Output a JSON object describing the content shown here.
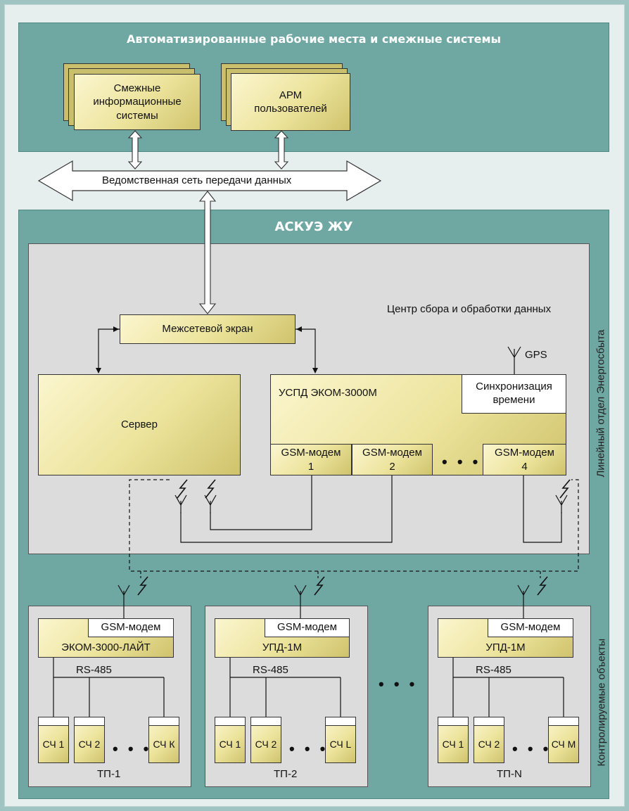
{
  "top_section": {
    "title": "Автоматизированные рабочие места и смежные системы",
    "systems_label": "Смежные информационные системы",
    "arm_label": "АРМ пользователей"
  },
  "network": {
    "label": "Ведомственная сеть передачи данных"
  },
  "ascue": {
    "title": "АСКУЭ ЖУ",
    "center_label": "Центр сбора и обработки данных",
    "firewall": "Межсетевой экран",
    "server": "Сервер",
    "uspd": "УСПД ЭКОМ-3000М",
    "sync": "Синхронизация времени",
    "gps": "GPS",
    "modems": [
      {
        "name": "GSM-модем",
        "num": "1"
      },
      {
        "name": "GSM-модем",
        "num": "2"
      },
      {
        "name": "GSM-модем",
        "num": "4"
      }
    ],
    "dots": "• • •",
    "side_label": "Линейный отдел Энергосбыта"
  },
  "objects": {
    "side_label": "Контролируемые объекты",
    "between_dots": "• • •",
    "tp": [
      {
        "device": "ЭКОМ-3000-ЛАЙТ",
        "modem": "GSM-модем",
        "bus": "RS-485",
        "meters": [
          "СЧ 1",
          "СЧ 2",
          "СЧ К"
        ],
        "dots": "• • •",
        "name": "ТП-1"
      },
      {
        "device": "УПД-1М",
        "modem": "GSM-модем",
        "bus": "RS-485",
        "meters": [
          "СЧ 1",
          "СЧ 2",
          "СЧ L"
        ],
        "dots": "• • •",
        "name": "ТП-2"
      },
      {
        "device": "УПД-1М",
        "modem": "GSM-модем",
        "bus": "RS-485",
        "meters": [
          "СЧ 1",
          "СЧ 2",
          "СЧ М"
        ],
        "dots": "• • •",
        "name": "ТП-N"
      }
    ]
  }
}
